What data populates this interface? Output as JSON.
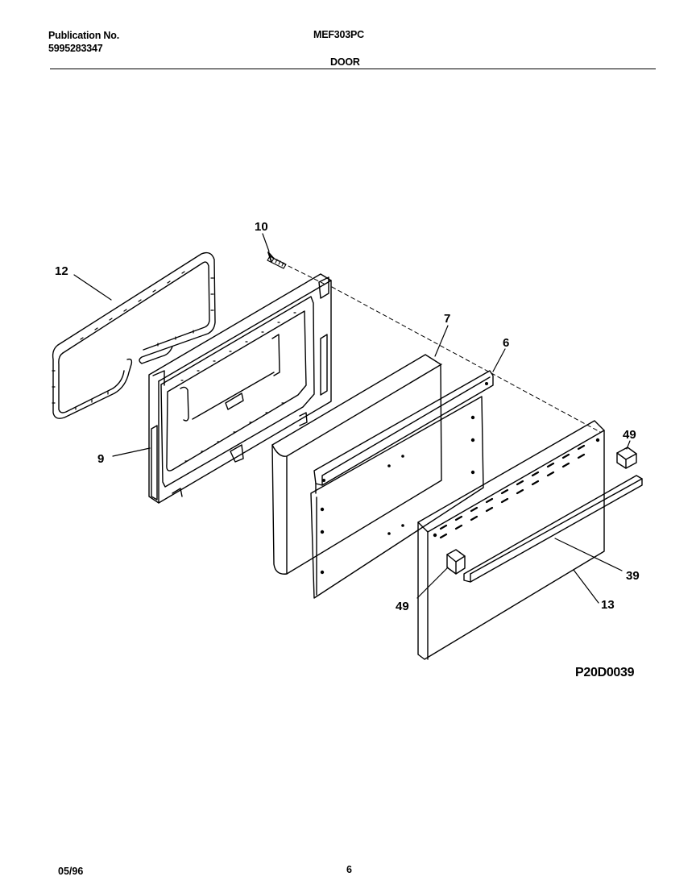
{
  "header": {
    "publication_label": "Publication No.",
    "publication_number": "5995283347",
    "model": "MEF303PC",
    "section": "DOOR"
  },
  "callouts": {
    "gasket": "12",
    "screw": "10",
    "inner_door": "9",
    "insulation": "7",
    "liner_panel": "6",
    "clip_right": "49",
    "handle": "39",
    "outer_door": "13",
    "clip_left": "49"
  },
  "figure_code": "P20D0039",
  "footer": {
    "date": "05/96",
    "page": "6"
  }
}
